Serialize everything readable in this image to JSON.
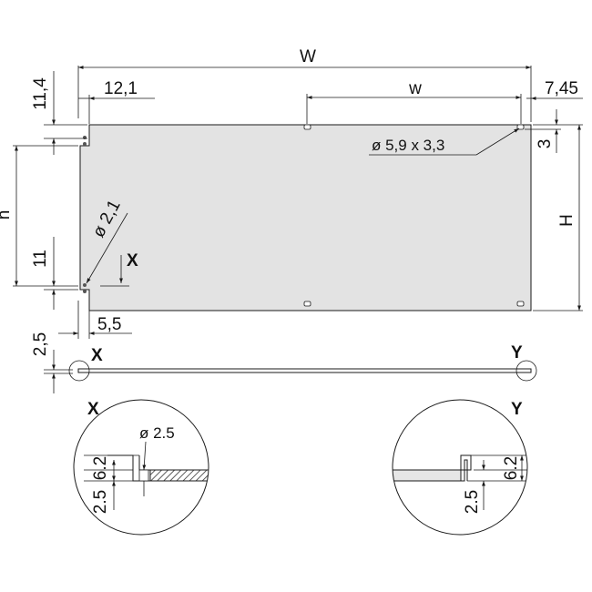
{
  "colors": {
    "line": "#1a1a1a",
    "panel_fill": "#e3e3e3",
    "hatch": "#333333",
    "background": "#ffffff"
  },
  "dimensions": {
    "W": "W",
    "w": "w",
    "H": "H",
    "h": "h",
    "d_11_4": "11,4",
    "d_12_1": "12,1",
    "d_7_45": "7,45",
    "d_3": "3",
    "slot": "ø 5,9 x 3,3",
    "hole": "ø 2,1",
    "d_11": "11",
    "d_5_5": "5,5",
    "d_2_5": "2,5"
  },
  "section_markers": {
    "x_top": "X",
    "x_side": "X",
    "y_side": "Y"
  },
  "detail_x": {
    "title": "X",
    "hole": "ø 2.5",
    "d_6_2": "6.2",
    "d_2_5": "2.5"
  },
  "detail_y": {
    "title": "Y",
    "d_6_2": "6.2",
    "d_2_5": "2.5"
  }
}
